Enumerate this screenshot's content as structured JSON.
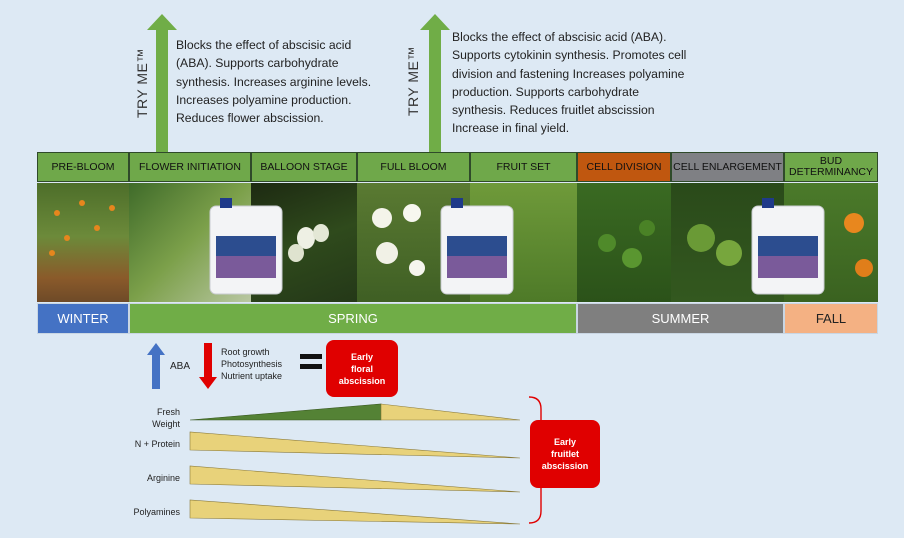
{
  "try_me_label": "TRY ME™",
  "descriptions": {
    "first": "Blocks the effect of abscisic acid\n(ABA). Supports carbohydrate\nsynthesis. Increases arginine levels.\nIncreases polyamine production.\nReduces flower abscission.",
    "second": "Blocks the effect of abscisic acid (ABA).\nSupports cytokinin synthesis. Promotes cell\ndivision and fastening Increases polyamine\nproduction. Supports carbohydrate\nsynthesis. Reduces fruitlet abscission\nIncrease in final yield."
  },
  "stages": [
    {
      "label": "PRE-BLOOM",
      "color": "#6fa84a"
    },
    {
      "label": "FLOWER INITIATION",
      "color": "#6fa84a"
    },
    {
      "label": "BALLOON STAGE",
      "color": "#6fa84a"
    },
    {
      "label": "FULL BLOOM",
      "color": "#6fa84a"
    },
    {
      "label": "FRUIT SET",
      "color": "#6fa84a"
    },
    {
      "label": "CELL DIVISION",
      "color": "#c0570f"
    },
    {
      "label": "CELL ENLARGEMENT",
      "color": "#7f8084"
    },
    {
      "label": "BUD\nDETERMINANCY",
      "color": "#6fa84a"
    }
  ],
  "seasons": [
    {
      "label": "WINTER",
      "color": "#4472c4"
    },
    {
      "label": "SPRING",
      "color": "#70ad47"
    },
    {
      "label": "SUMMER",
      "color": "#7f7f7f"
    },
    {
      "label": "FALL",
      "color": "#f4b183"
    }
  ],
  "indicators": {
    "aba": "ABA",
    "effects": "Root growth\nPhotosynthesis\nNutrient uptake",
    "early_floral": "Early\nfloral\nabscission",
    "early_fruitlet": "Early\nfruitlet\nabscission"
  },
  "rows": [
    {
      "label": "Fresh\nWeight"
    },
    {
      "label": "N + Protein"
    },
    {
      "label": "Arginine"
    },
    {
      "label": "Polyamines"
    }
  ],
  "colors": {
    "arrow_green": "#70ad47",
    "wedge_yellow": "#e8d27a",
    "wedge_green": "#548235",
    "red": "#e00000",
    "blue_arrow": "#4472c4"
  }
}
